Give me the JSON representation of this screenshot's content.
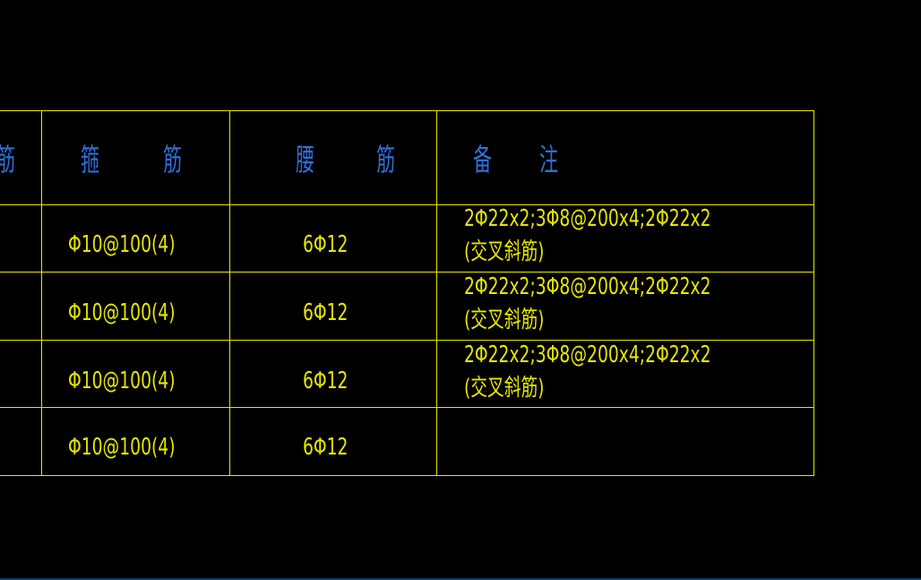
{
  "colors": {
    "background": "#000000",
    "grid_line": "#e6e600",
    "header_text": "#2f6fd6",
    "value_text": "#e6e600"
  },
  "table": {
    "partial_left_header": "筋",
    "headers": {
      "stirrup_a": "箍",
      "stirrup_b": "筋",
      "waist_a": "腰",
      "waist_b": "筋",
      "remark_a": "备",
      "remark_b": "注"
    },
    "rows": [
      {
        "stirrup": "Φ10@100(4)",
        "waist": "6Φ12",
        "remark_line1": "2Φ22x2;3Φ8@200x4;2Φ22x2",
        "remark_line2": "(交叉斜筋)"
      },
      {
        "stirrup": "Φ10@100(4)",
        "waist": "6Φ12",
        "remark_line1": "2Φ22x2;3Φ8@200x4;2Φ22x2",
        "remark_line2": "(交叉斜筋)"
      },
      {
        "stirrup": "Φ10@100(4)",
        "waist": "6Φ12",
        "remark_line1": "2Φ22x2;3Φ8@200x4;2Φ22x2",
        "remark_line2": "(交叉斜筋)"
      },
      {
        "stirrup": "Φ10@100(4)",
        "waist": "6Φ12",
        "remark_line1": "",
        "remark_line2": ""
      }
    ]
  }
}
